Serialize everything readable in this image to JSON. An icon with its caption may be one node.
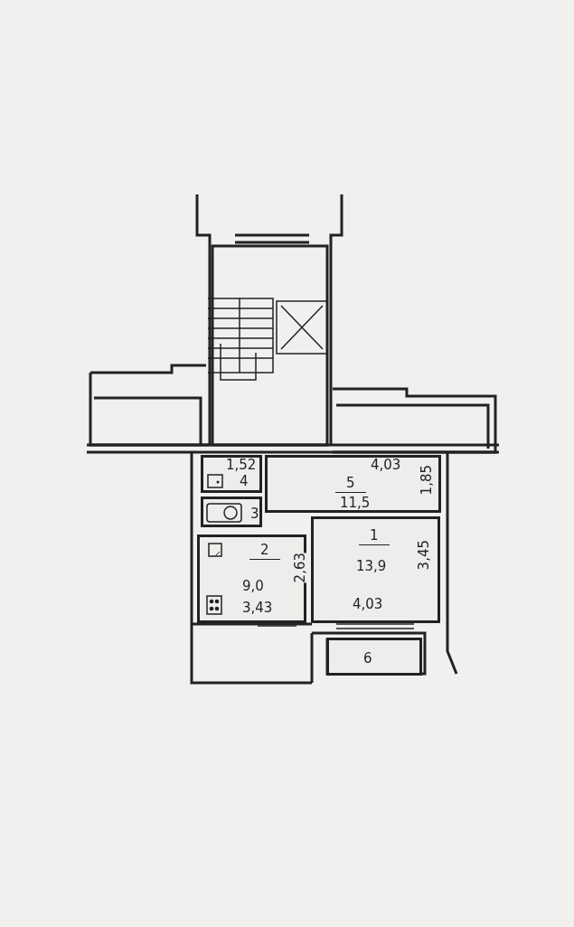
{
  "diagram": {
    "nodes": [
      {
        "text": [
          "4"
        ]
      },
      {
        "text": [
          "5",
          "11,5"
        ]
      },
      {
        "text": [
          "3"
        ]
      },
      {
        "text": [
          "2",
          "9,0"
        ]
      },
      {
        "text": [
          "1",
          "13,9"
        ]
      },
      {
        "text": [
          "6"
        ]
      }
    ],
    "labels": [
      "1,52",
      "4,03",
      "1,85",
      "2,63",
      "3,45",
      "3,43",
      "4,03"
    ]
  }
}
